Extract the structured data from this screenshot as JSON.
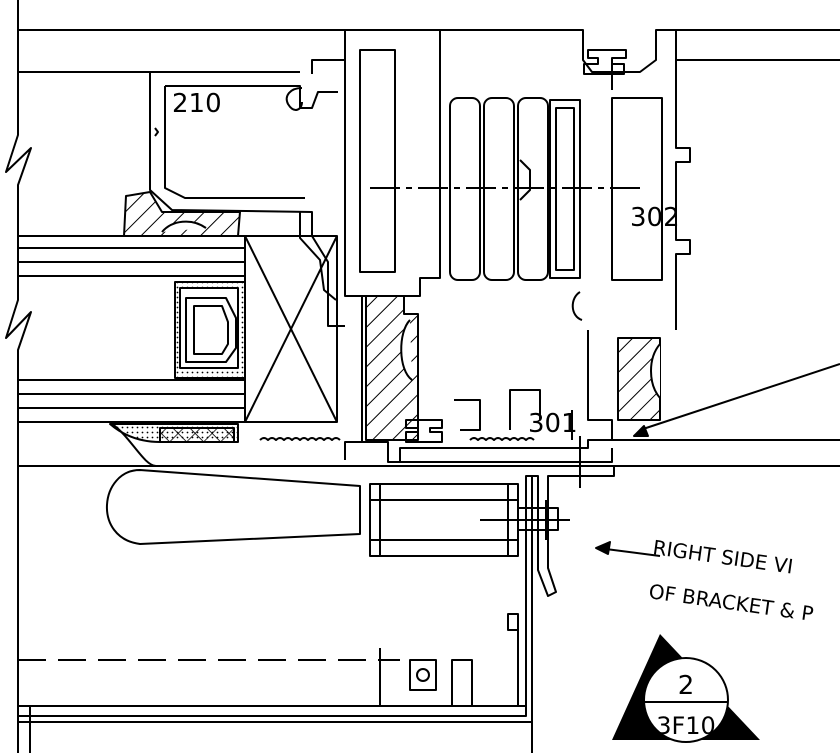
{
  "labels": {
    "part_210": "210",
    "part_302": "302",
    "part_301": "301",
    "note_line1": "RIGHT SIDE VI",
    "note_line2": "OF BRACKET & P"
  },
  "section_marker": {
    "number": "2",
    "sheet": "3F10"
  }
}
